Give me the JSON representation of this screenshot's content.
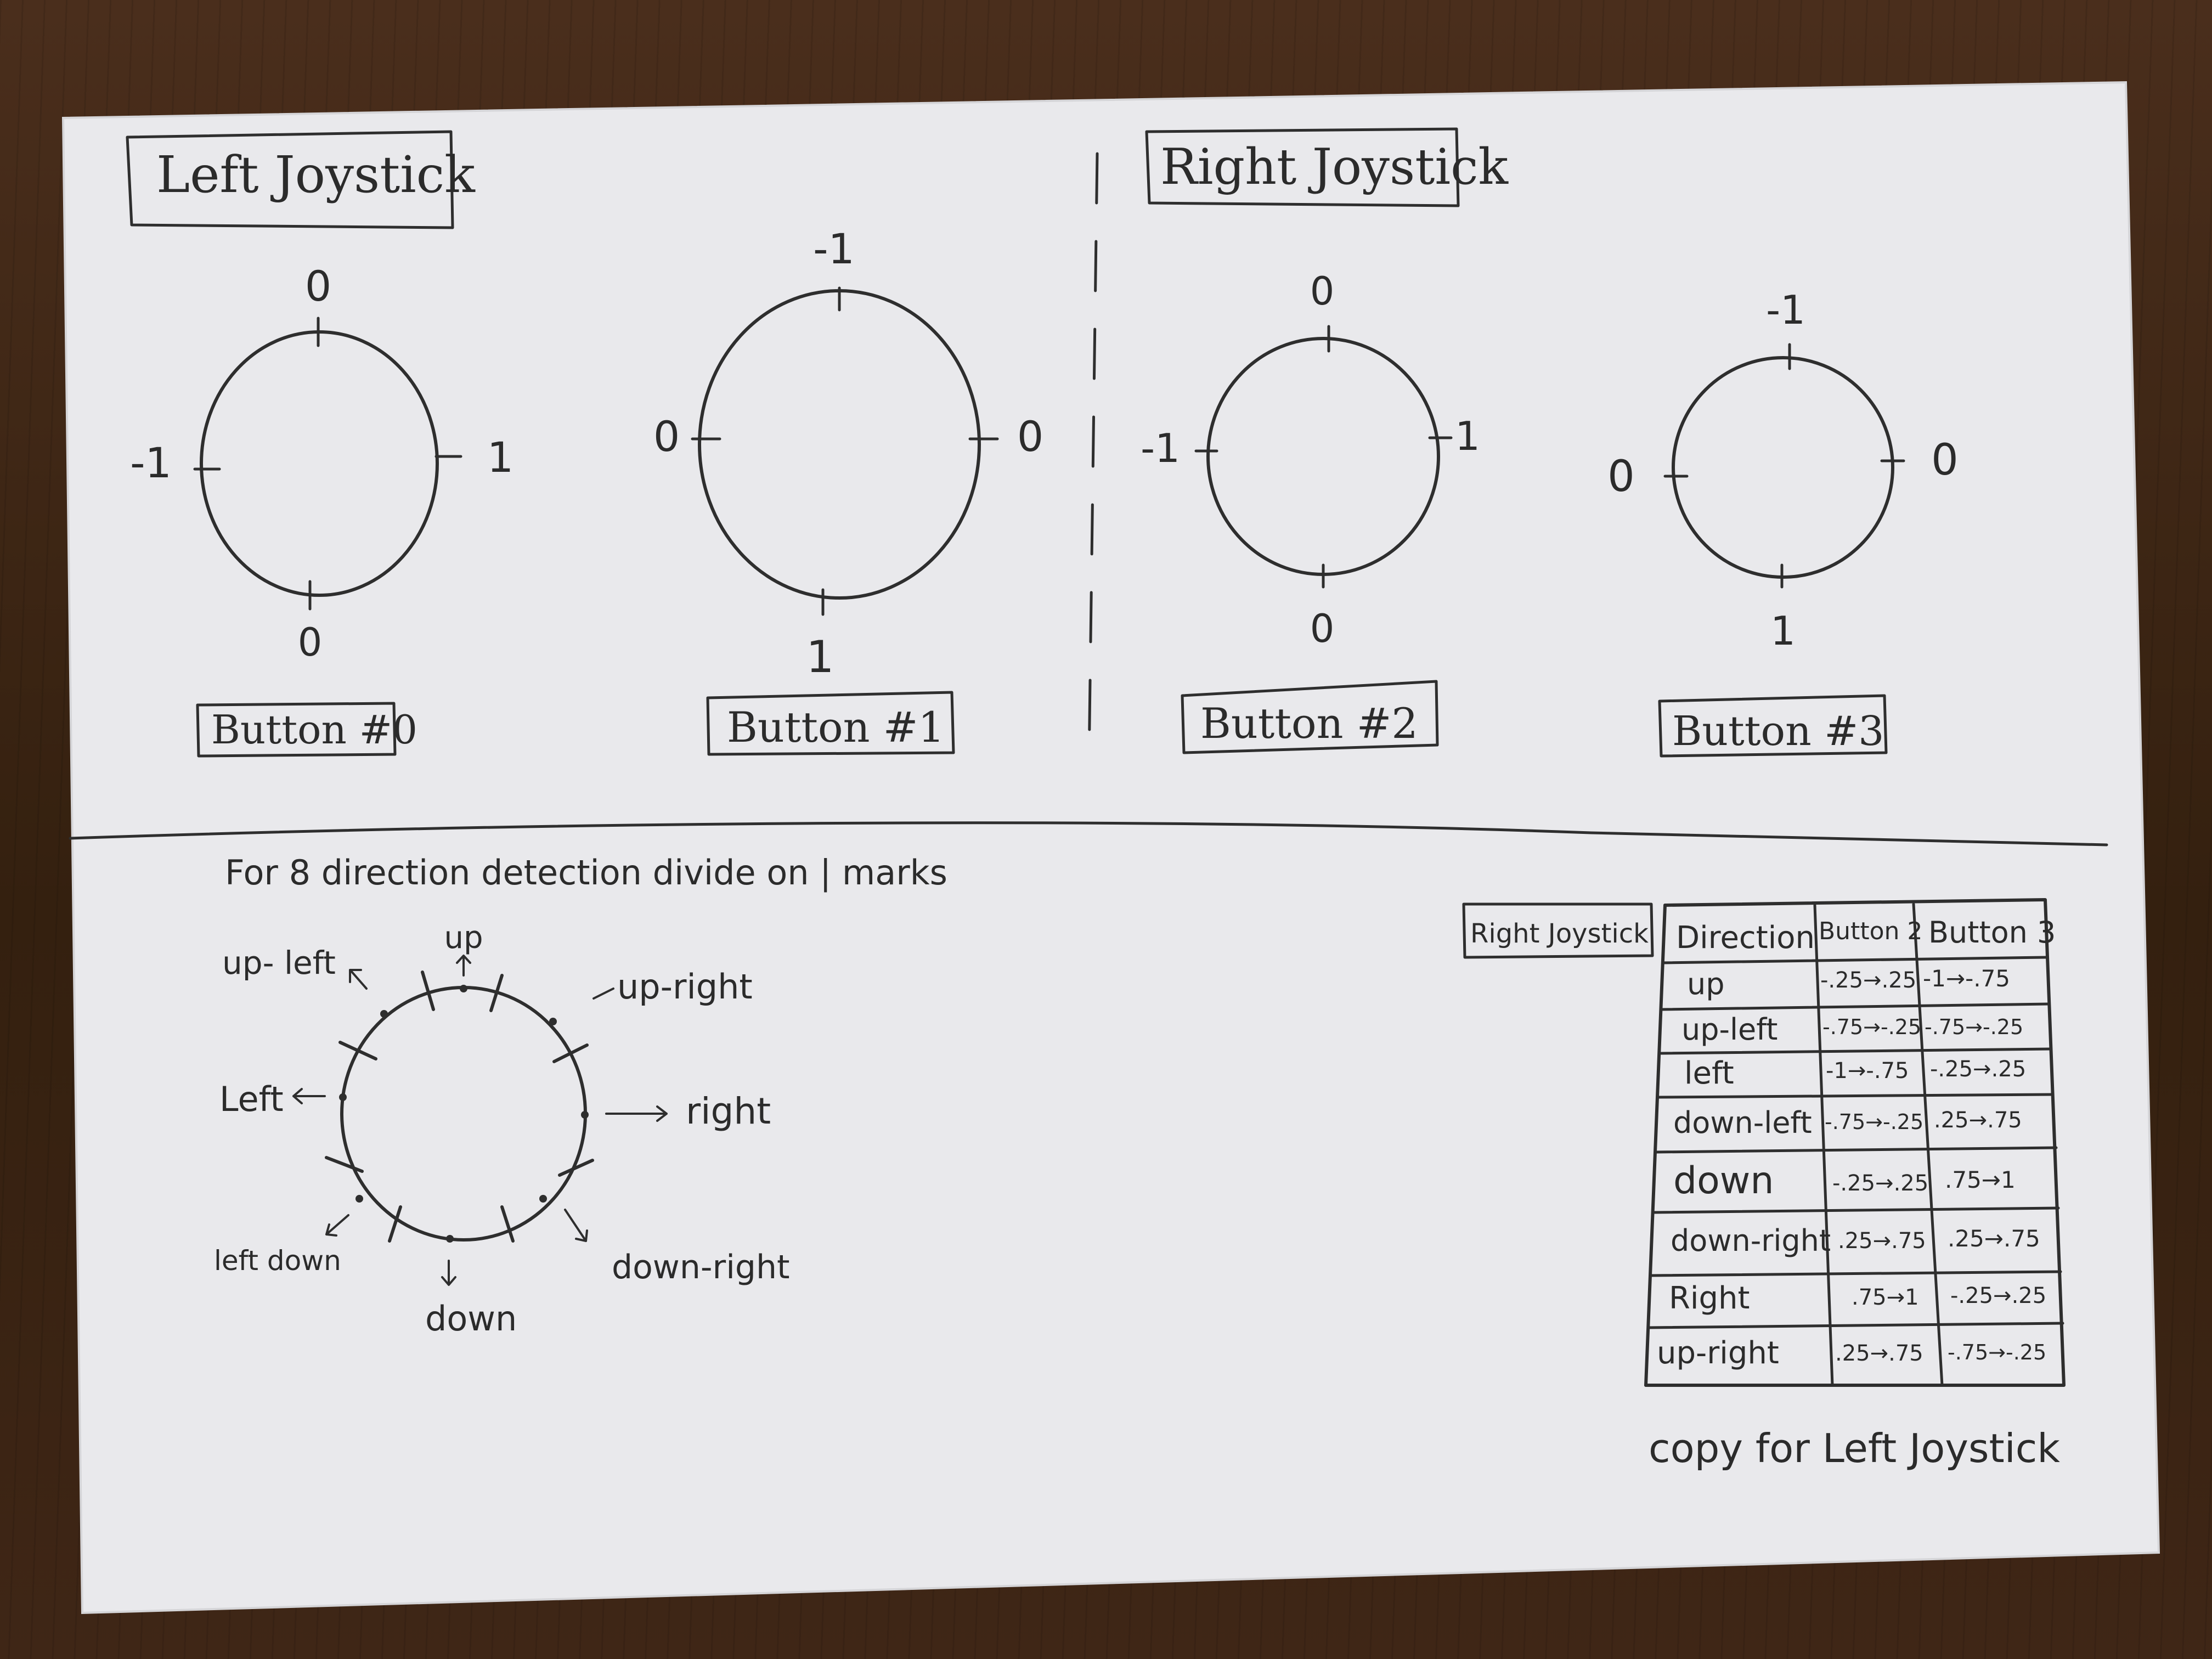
{
  "joystick_sections": {
    "left_title": "Left Joystick",
    "right_title": "Right Joystick"
  },
  "circles": [
    {
      "button": "Button #0",
      "top": "0",
      "bottom": "0",
      "left": "-1",
      "right": "1"
    },
    {
      "button": "Button #1",
      "top": "-1",
      "bottom": "1",
      "left": "0",
      "right": "0"
    },
    {
      "button": "Button #2",
      "top": "0",
      "bottom": "0",
      "left": "-1",
      "right": "1"
    },
    {
      "button": "Button #3",
      "top": "-1",
      "bottom": "1",
      "left": "0",
      "right": "0"
    }
  ],
  "eight_direction": {
    "note": "For 8 direction detection divide on | marks",
    "labels": {
      "up": "up",
      "up_left": "up- left",
      "up_right": "up-right",
      "left": "Left",
      "right": "right",
      "left_down": "left down",
      "down": "down",
      "down_right": "down-right"
    }
  },
  "table": {
    "side_label": "Right Joystick",
    "headers": [
      "Direction",
      "Button 2",
      "Button 3"
    ],
    "rows": [
      [
        "up",
        "-.25→.25",
        "-1→-.75"
      ],
      [
        "up-left",
        "-.75→-.25",
        "-.75→-.25"
      ],
      [
        "left",
        "-1→-.75",
        "-.25→.25"
      ],
      [
        "down-left",
        "-.75→-.25",
        ".25→.75"
      ],
      [
        "down",
        "-.25→.25",
        ".75→1"
      ],
      [
        "down-right",
        ".25→.75",
        ".25→.75"
      ],
      [
        "Right",
        ".75→1",
        "-.25→.25"
      ],
      [
        "up-right",
        ".25→.75",
        "-.75→-.25"
      ]
    ],
    "footer": "copy for Left Joystick"
  }
}
